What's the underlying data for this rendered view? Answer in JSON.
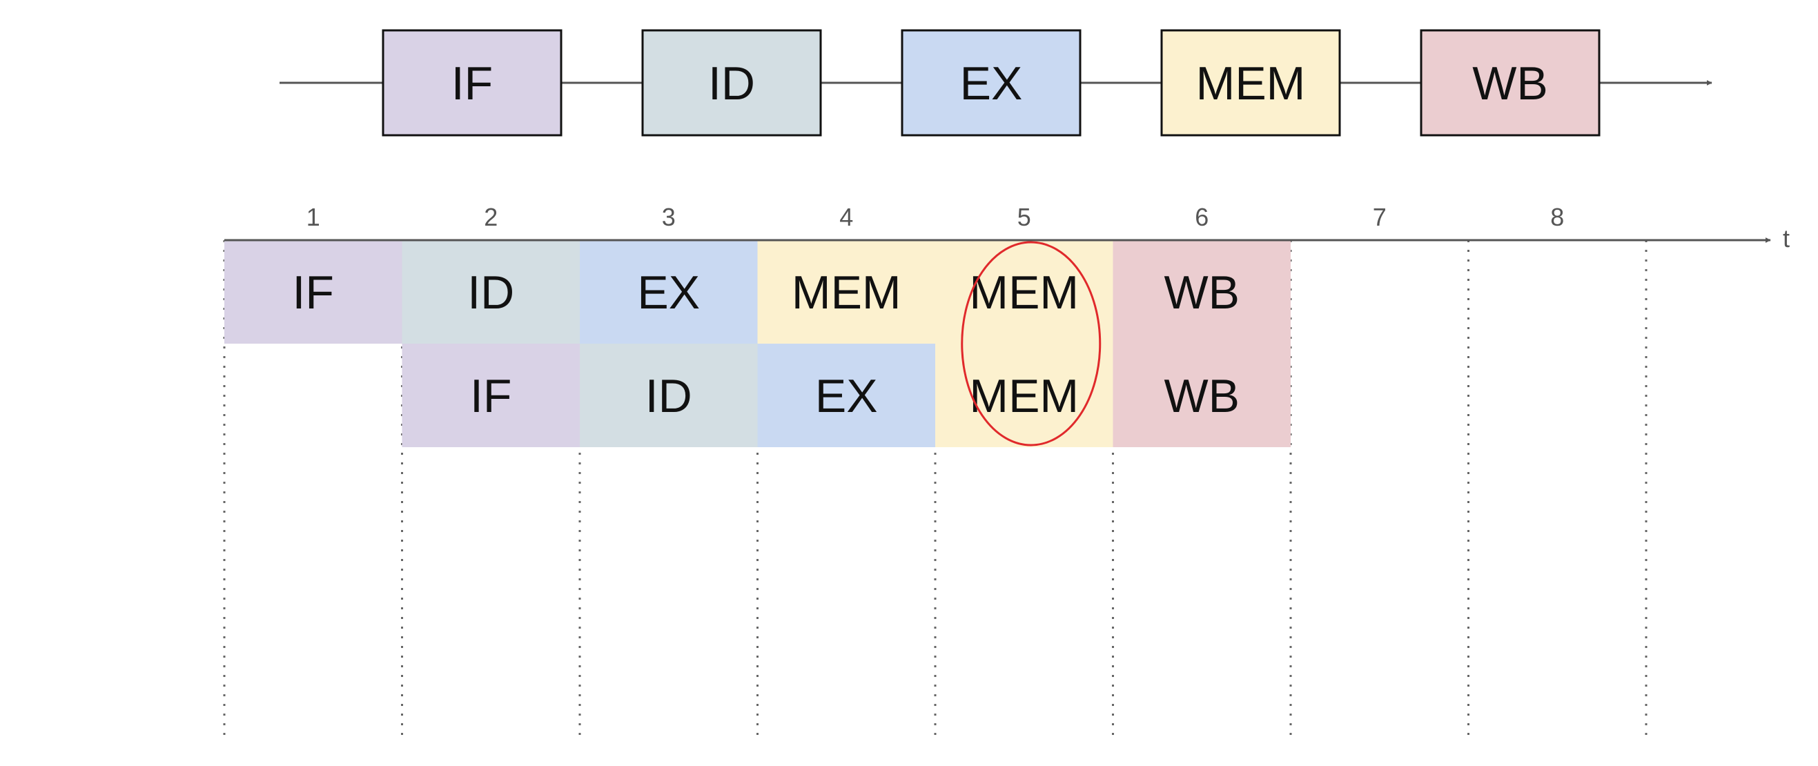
{
  "pipeline": {
    "stages": [
      {
        "label": "IF",
        "color": "#d9d2e6"
      },
      {
        "label": "ID",
        "color": "#d3dee3"
      },
      {
        "label": "EX",
        "color": "#c9d9f2"
      },
      {
        "label": "MEM",
        "color": "#fcf1cf"
      },
      {
        "label": "WB",
        "color": "#ebcdd0"
      }
    ],
    "box_border_color": "#111111",
    "line_color": "#555555"
  },
  "timeline": {
    "axis_label": "t",
    "cycles": [
      "1",
      "2",
      "3",
      "4",
      "5",
      "6",
      "7",
      "8"
    ],
    "instructions": [
      {
        "cells": [
          {
            "cycle": 1,
            "stage": "IF"
          },
          {
            "cycle": 2,
            "stage": "ID"
          },
          {
            "cycle": 3,
            "stage": "EX"
          },
          {
            "cycle": 4,
            "stage": "MEM"
          },
          {
            "cycle": 5,
            "stage": "MEM"
          },
          {
            "cycle": 6,
            "stage": "WB"
          }
        ]
      },
      {
        "cells": [
          {
            "cycle": 2,
            "stage": "IF"
          },
          {
            "cycle": 3,
            "stage": "ID"
          },
          {
            "cycle": 4,
            "stage": "EX"
          },
          {
            "cycle": 5,
            "stage": "MEM"
          },
          {
            "cycle": 6,
            "stage": "WB"
          }
        ]
      }
    ],
    "highlight": {
      "cycle": 5,
      "color": "#e0292b"
    }
  }
}
